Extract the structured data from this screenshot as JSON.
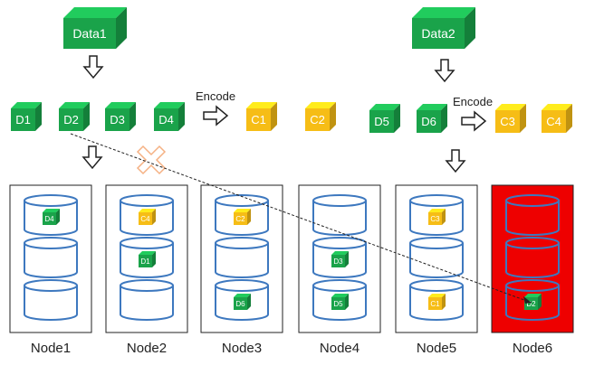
{
  "top_blocks": [
    {
      "label": "Data1",
      "color": "#1aa34a"
    },
    {
      "label": "Data2",
      "color": "#1aa34a"
    }
  ],
  "left_row": {
    "data_blocks": [
      "D1",
      "D2",
      "D3",
      "D4"
    ],
    "encode_label": "Encode",
    "parity_blocks": [
      "C1",
      "C2"
    ]
  },
  "right_row": {
    "data_blocks": [
      "D5",
      "D6"
    ],
    "encode_label": "Encode",
    "parity_blocks": [
      "C3",
      "C4"
    ]
  },
  "nodes": [
    {
      "name": "Node1",
      "failed": false,
      "slots": [
        "D4",
        "",
        ""
      ]
    },
    {
      "name": "Node2",
      "failed": false,
      "slots": [
        "C4",
        "D1",
        ""
      ]
    },
    {
      "name": "Node3",
      "failed": false,
      "slots": [
        "C2",
        "",
        "D6"
      ]
    },
    {
      "name": "Node4",
      "failed": false,
      "slots": [
        "",
        "D3",
        "D5"
      ]
    },
    {
      "name": "Node5",
      "failed": false,
      "slots": [
        "C3",
        "",
        "C1"
      ]
    },
    {
      "name": "Node6",
      "failed": true,
      "slots": [
        "",
        "",
        "D2"
      ]
    }
  ],
  "colors": {
    "data_block": "#1aa34a",
    "parity_block": "#f6bd16",
    "cylinder_stroke": "#3d78bf",
    "failed_node_fill": "#ee0000",
    "cross_mark": "#f5b183"
  }
}
